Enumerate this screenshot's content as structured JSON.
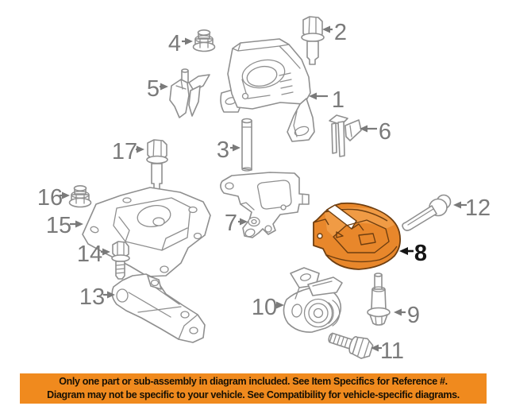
{
  "diagram": {
    "line_color": "#8f8f8f",
    "label_color": "#7a7a7a",
    "highlight": {
      "fill": "#E8872B",
      "fill_light": "#F09B45",
      "outline": "#6E3E10",
      "label_color": "#151515"
    },
    "parts": [
      {
        "ref": "1",
        "name": "engine-mount",
        "highlighted": false
      },
      {
        "ref": "2",
        "name": "mount-bolt",
        "highlighted": false
      },
      {
        "ref": "3",
        "name": "mount-stud",
        "highlighted": false
      },
      {
        "ref": "4",
        "name": "flange-nut",
        "highlighted": false
      },
      {
        "ref": "5",
        "name": "support-bracket",
        "highlighted": false
      },
      {
        "ref": "6",
        "name": "side-bracket",
        "highlighted": false
      },
      {
        "ref": "7",
        "name": "mount-bracket",
        "highlighted": false
      },
      {
        "ref": "8",
        "name": "torque-strut-mount",
        "highlighted": true
      },
      {
        "ref": "9",
        "name": "strut-bolt",
        "highlighted": false
      },
      {
        "ref": "10",
        "name": "lower-mount",
        "highlighted": false
      },
      {
        "ref": "11",
        "name": "lower-bolt",
        "highlighted": false
      },
      {
        "ref": "12",
        "name": "through-bolt",
        "highlighted": false
      },
      {
        "ref": "13",
        "name": "lower-bracket",
        "highlighted": false
      },
      {
        "ref": "14",
        "name": "bracket-bolt",
        "highlighted": false
      },
      {
        "ref": "15",
        "name": "transmission-mount",
        "highlighted": false
      },
      {
        "ref": "16",
        "name": "mount-nut",
        "highlighted": false
      },
      {
        "ref": "17",
        "name": "mount-bolt-front",
        "highlighted": false
      }
    ]
  },
  "banner": {
    "bg": "#F08A1E",
    "text_color": "#171004",
    "line1": "Only one part or sub-assembly in diagram included. See Item Specifics for Reference #.",
    "line2": "Diagram may not be specific to your vehicle. See Compatibility for vehicle-specific diagrams."
  }
}
